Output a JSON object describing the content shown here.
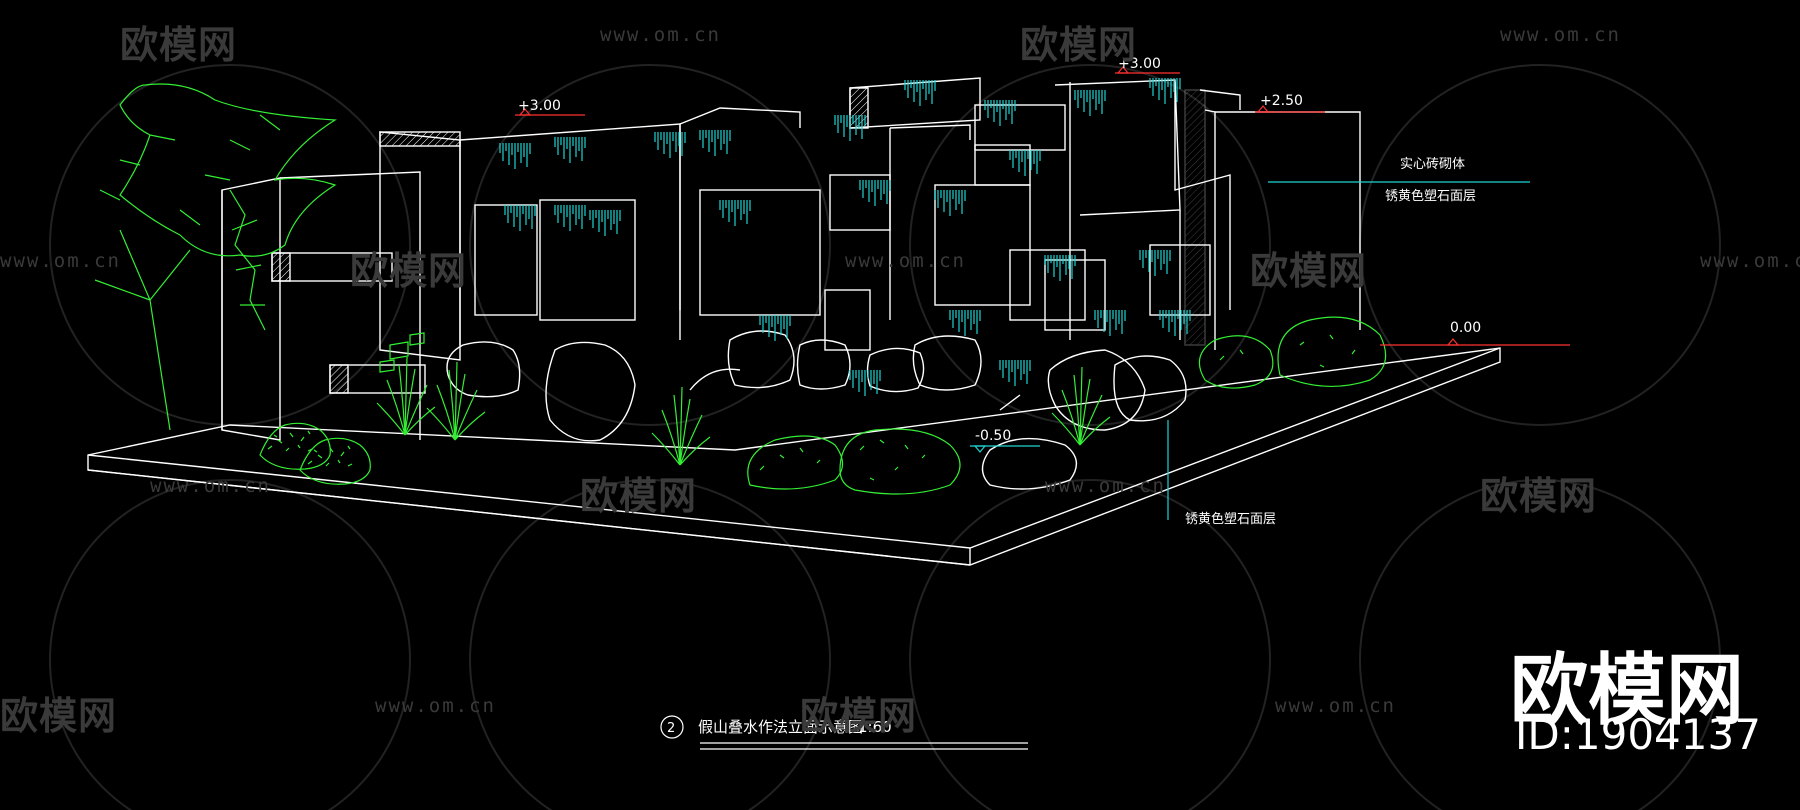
{
  "watermark": {
    "logo_text": "欧模网",
    "url_text": "www.om.cn"
  },
  "brand": {
    "name": "欧模网",
    "id_label": "ID:1904137"
  },
  "elevations": {
    "left_top": "+3.00",
    "mid_top": "+3.00",
    "right_top": "+2.50",
    "ground": "0.00",
    "pool": "-0.50"
  },
  "annotations": {
    "solid_brick": "实心砖砌体",
    "rust_stone_top": "锈黄色塑石面层",
    "rust_stone_bottom": "锈黄色塑石面层"
  },
  "title": {
    "number": "2",
    "text": "假山叠水作法立面示意图",
    "scale": "1:60"
  },
  "colors": {
    "background": "#000000",
    "linework": "#ffffff",
    "water": "#1fd3d3",
    "plants": "#33ee33",
    "level_mark": "#ff3030",
    "watermark": "#3a3a3a"
  }
}
